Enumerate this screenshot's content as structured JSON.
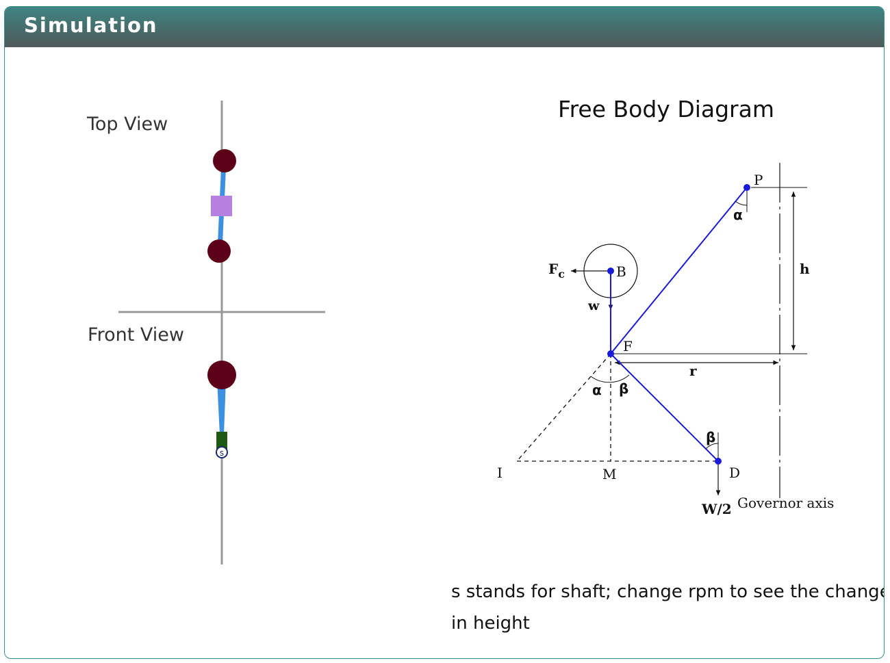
{
  "header": {
    "title": "Simulation"
  },
  "simulation": {
    "top_view_label": "Top View",
    "front_view_label": "Front View",
    "shaft_label": "s",
    "colors": {
      "ball": "#5c0018",
      "arm": "#3d8fe0",
      "sleeve": "#b680e0",
      "front_sleeve": "#1f5a14",
      "axis": "#999999"
    }
  },
  "fbd": {
    "title": "Free Body Diagram",
    "labels": {
      "P": "P",
      "B": "B",
      "F": "F",
      "D": "D",
      "I": "I",
      "M": "M",
      "Fc": "F",
      "Fc_sub": "c",
      "w": "w",
      "h": "h",
      "r": "r",
      "alpha_top": "α",
      "alpha_bottom": "α",
      "beta_mid": "β",
      "beta_right": "β",
      "W2": "W/2",
      "axis": "Governor axis"
    },
    "colors": {
      "link": "#1a1adb",
      "line": "#111111"
    }
  },
  "note": {
    "text": "s stands for shaft; change rpm to see the change in height"
  }
}
